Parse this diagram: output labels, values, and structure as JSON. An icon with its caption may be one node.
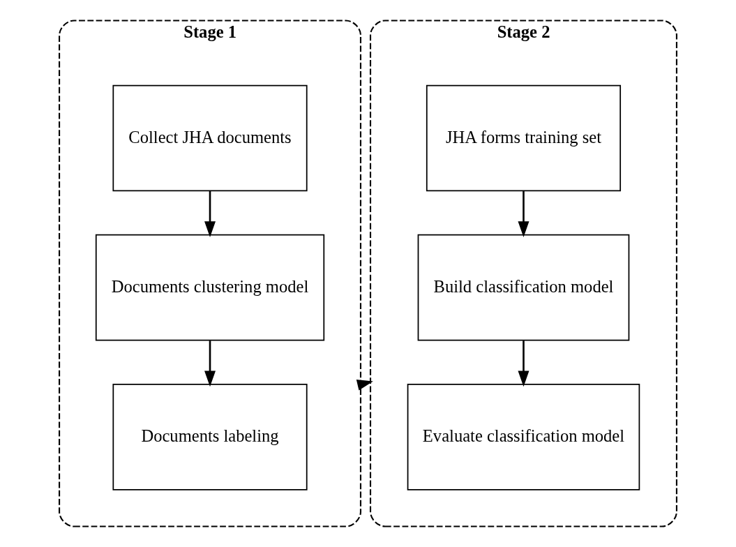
{
  "diagram": {
    "nodes": [
      {
        "text": [
          "Stage 1"
        ]
      },
      {
        "text": [
          "Collect JHA documents"
        ],
        "in": 0
      },
      {
        "text": [
          "Documents clustering model"
        ],
        "in": 0
      },
      {
        "text": [
          "Documents labeling"
        ],
        "in": 0
      },
      {
        "text": [
          "Stage 2"
        ]
      },
      {
        "text": [
          "JHA forms training set"
        ],
        "in": 4
      },
      {
        "text": [
          "Build classification model"
        ],
        "in": 4
      },
      {
        "text": [
          "Evaluate classification model"
        ],
        "in": 4
      }
    ],
    "edges": [
      {
        "from": 1,
        "to": 2,
        "arrow": "to"
      },
      {
        "from": 2,
        "to": 3,
        "arrow": "to"
      },
      {
        "from": 0,
        "to": 4,
        "arrow": "to"
      },
      {
        "from": 5,
        "to": 6,
        "arrow": "to"
      },
      {
        "from": 6,
        "to": 7,
        "arrow": "to"
      }
    ]
  }
}
